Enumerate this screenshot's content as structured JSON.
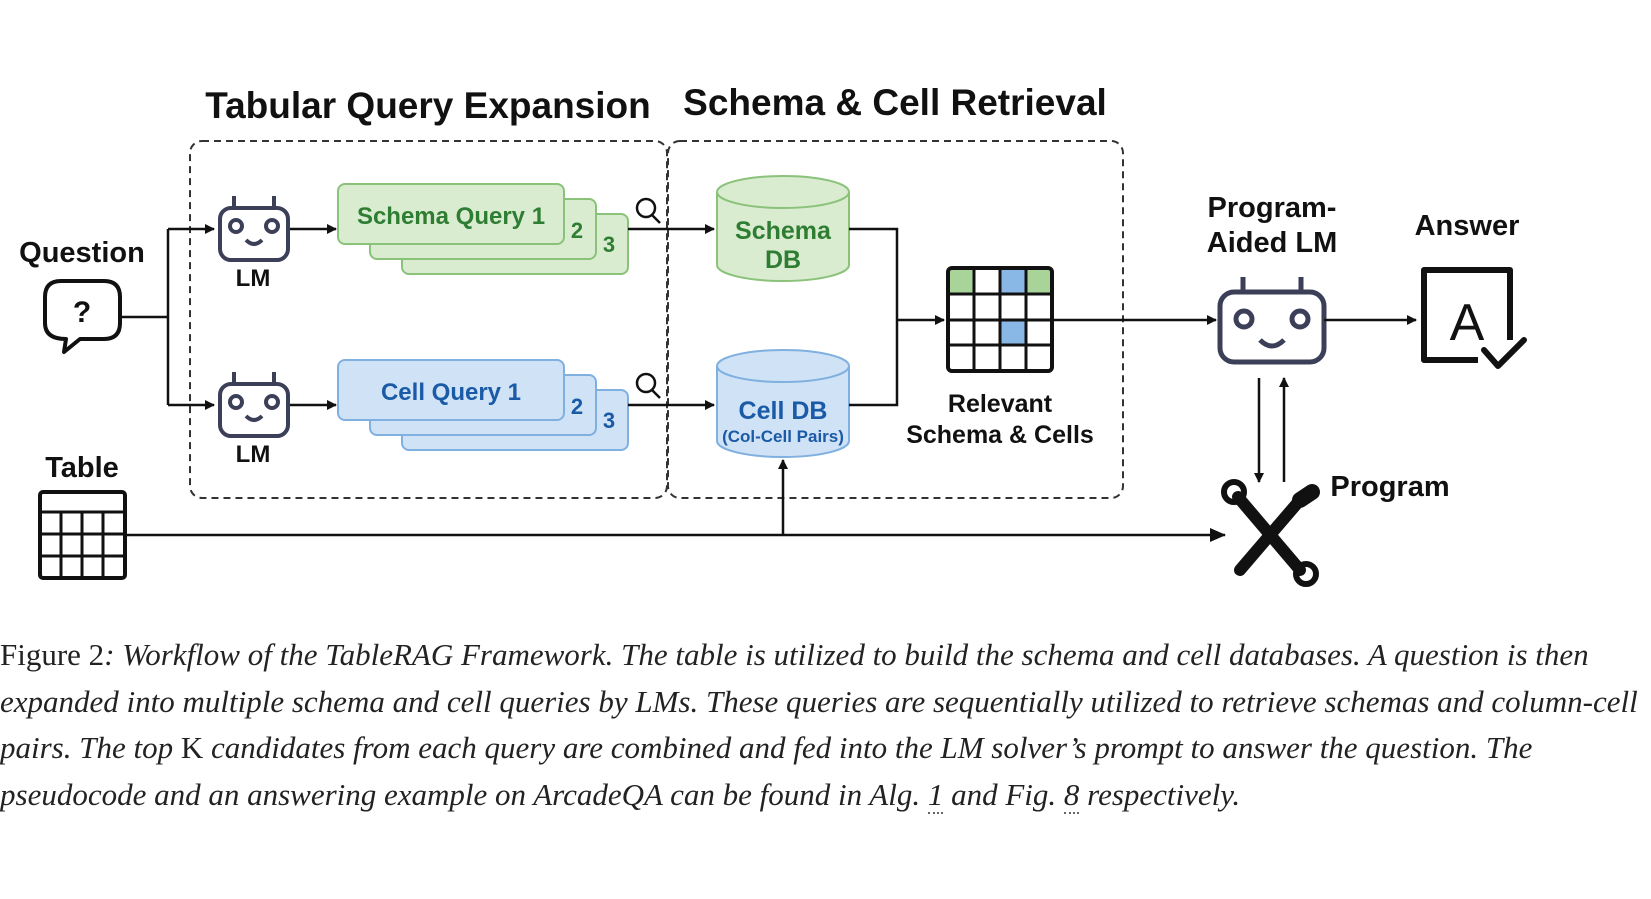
{
  "diagram": {
    "section_titles": {
      "query_expansion": "Tabular Query Expansion",
      "retrieval": "Schema & Cell Retrieval"
    },
    "inputs": {
      "question": "Question",
      "question_mark": "?",
      "table": "Table"
    },
    "lm_label": "LM",
    "schema_queries": {
      "label": "Schema Query 1",
      "n2": "2",
      "n3": "3"
    },
    "cell_queries": {
      "label": "Cell Query 1",
      "n2": "2",
      "n3": "3"
    },
    "schema_db": {
      "line1": "Schema",
      "line2": "DB"
    },
    "cell_db": {
      "line1": "Cell DB",
      "line2": "(Col-Cell Pairs)"
    },
    "relevant": {
      "line1": "Relevant",
      "line2": "Schema & Cells"
    },
    "solver": {
      "line1": "Program-",
      "line2": "Aided LM"
    },
    "answer": {
      "label": "Answer",
      "glyph": "A"
    },
    "program": "Program",
    "colors": {
      "schema_fill": "#d9ecd0",
      "schema_stroke": "#8bc27a",
      "schema_text": "#2e7d32",
      "cell_fill": "#cfe2f6",
      "cell_stroke": "#7fb0e0",
      "cell_text": "#1a5aa6",
      "robot": "#3c3f58",
      "line": "#111111"
    }
  },
  "caption": {
    "label": "Figure 2",
    "colon": ":",
    "text_1": " Workflow of the TableRAG Framework. The table is utilized to build the schema and cell databases. A question is then expanded into multiple schema and cell queries by LMs. These queries are sequentially utilized to retrieve schemas and column-cell pairs. The top ",
    "k": "K",
    "text_2": " candidates from each query are combined and fed into the LM solver’s prompt to answer the question. The pseudocode and an answering example on ArcadeQA can be found in Alg. ",
    "alg_ref": "1",
    "text_3": " and Fig. ",
    "fig_ref": "8",
    "text_4": " respectively."
  }
}
